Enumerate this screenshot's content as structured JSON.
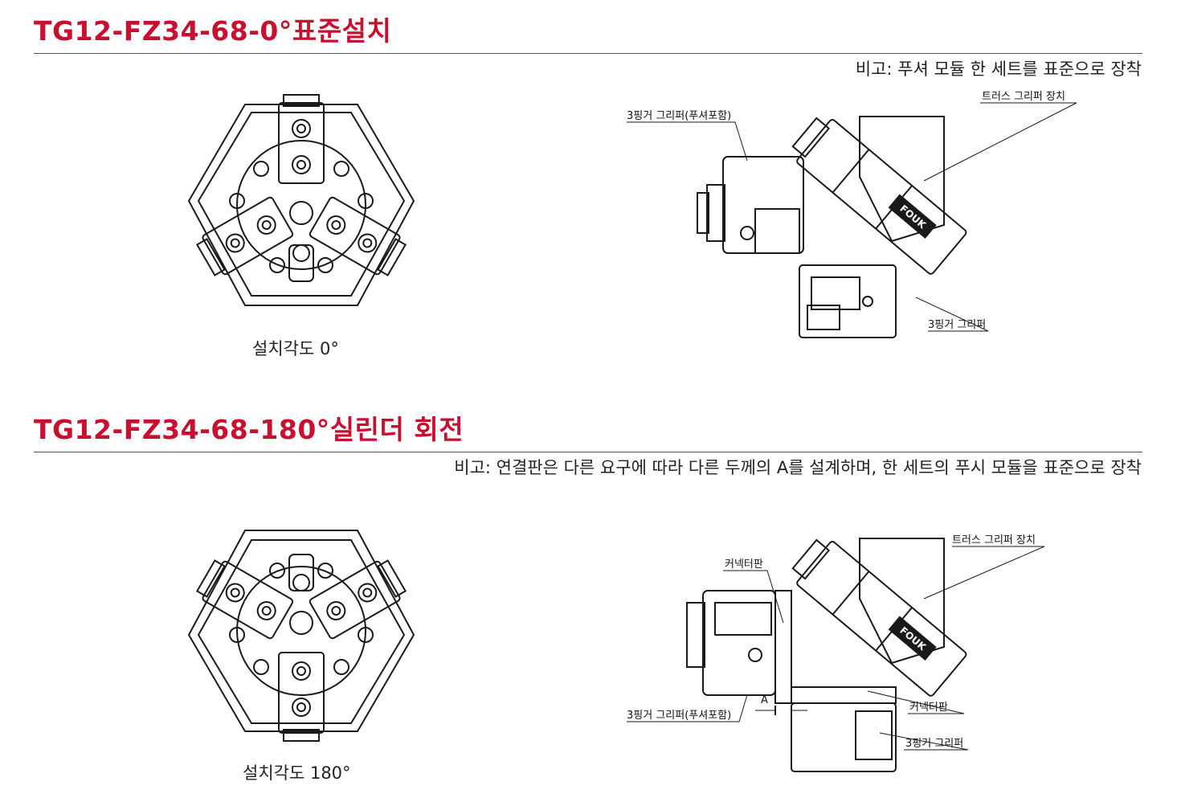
{
  "section1": {
    "title": "TG12-FZ34-68-0°표준설치",
    "note": "비고: 푸셔 모듈 한 세트를 표준으로 장착",
    "caption": "설치각도 0°",
    "labels": {
      "gripper_with_pusher": "3핑거 그리퍼(푸셔포함)",
      "truss_mount": "트러스 그리퍼 장치",
      "gripper": "3핑거 그리퍼"
    }
  },
  "section2": {
    "title": "TG12-FZ34-68-180°실린더 회전",
    "note": "비고: 연결판은 다른 요구에 따라 다른 두께의 A를 설계하며, 한 세트의 푸시 모듈을 표준으로 장착",
    "caption": "설치각도 180°",
    "labels": {
      "truss_mount": "트러스 그리퍼 장치",
      "connector_top": "커넥터판",
      "dim_a": "A",
      "gripper_with_pusher": "3핑거 그리퍼(푸셔포함)",
      "connector_bottom": "커넥터판",
      "gripper": "3핑거 그리퍼"
    }
  },
  "brand": "FOUK",
  "colors": {
    "title": "#c8102e",
    "line": "#1a1a1a"
  }
}
